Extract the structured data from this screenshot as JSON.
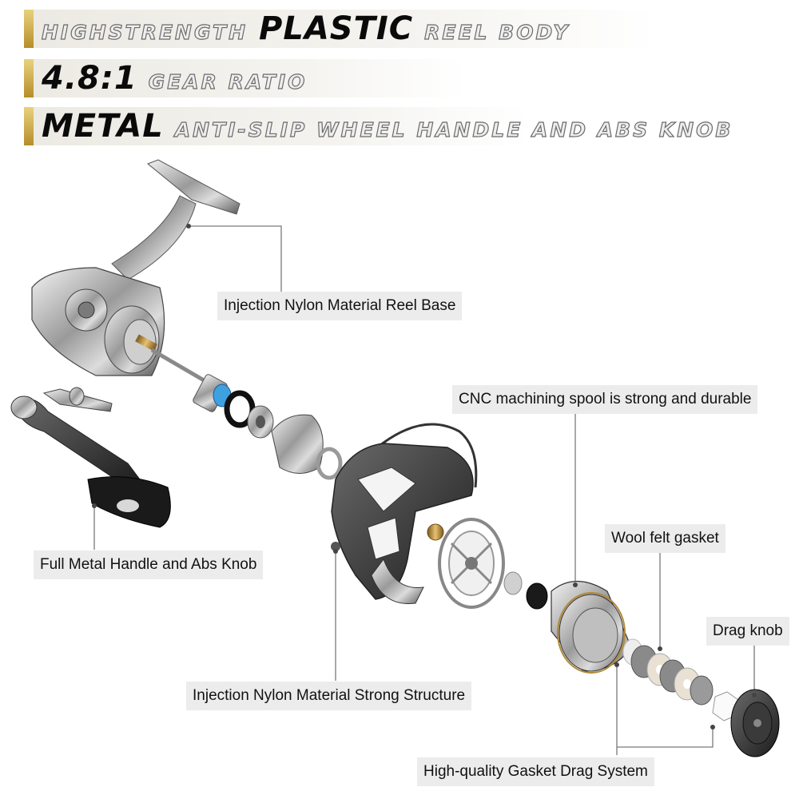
{
  "banners": [
    {
      "pre": "HIGHSTRENGTH",
      "bold": "PLASTIC",
      "post": "REEL BODY"
    },
    {
      "bold": "4.8:1",
      "post": "GEAR RATIO"
    },
    {
      "bold": "METAL",
      "post": "ANTI-SLIP WHEEL HANDLE AND ABS KNOB"
    }
  ],
  "callouts": {
    "reel_base": "Injection Nylon Material Reel Base",
    "spool": "CNC machining spool is strong and durable",
    "handle": "Full Metal Handle and Abs Knob",
    "wool": "Wool felt gasket",
    "drag_knob": "Drag knob",
    "structure": "Injection Nylon Material Strong Structure",
    "gasket": "High-quality Gasket Drag System"
  }
}
